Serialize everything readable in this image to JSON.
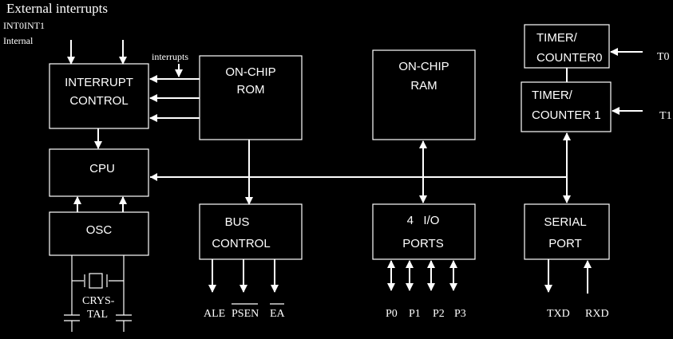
{
  "external_interrupts": {
    "title": "External interrupts",
    "int_labels": "INT0INT1",
    "internal": "Internal",
    "interrupts": "interrupts"
  },
  "blocks": {
    "interrupt_control": [
      "INTERRUPT",
      "CONTROL"
    ],
    "rom": [
      "ON-CHIP",
      "ROM"
    ],
    "ram": [
      "ON-CHIP",
      "RAM"
    ],
    "timer0": [
      "TIMER/",
      "COUNTER0"
    ],
    "timer1": [
      "TIMER/",
      "COUNTER 1"
    ],
    "cpu": "CPU",
    "osc": "OSC",
    "bus_control": [
      "BUS",
      "CONTROL"
    ],
    "io_ports": [
      "4   I/O",
      "PORTS"
    ],
    "serial_port": [
      "SERIAL",
      "PORT"
    ]
  },
  "crystal": [
    "CRYS-",
    "TAL"
  ],
  "pins": {
    "t0": "T0",
    "t1": "T1",
    "ale": "ALE",
    "psen": "PSEN",
    "ea": "EA",
    "p0": "P0",
    "p1": "P1",
    "p2": "P2",
    "p3": "P3",
    "txd": "TXD",
    "rxd": "RXD"
  }
}
